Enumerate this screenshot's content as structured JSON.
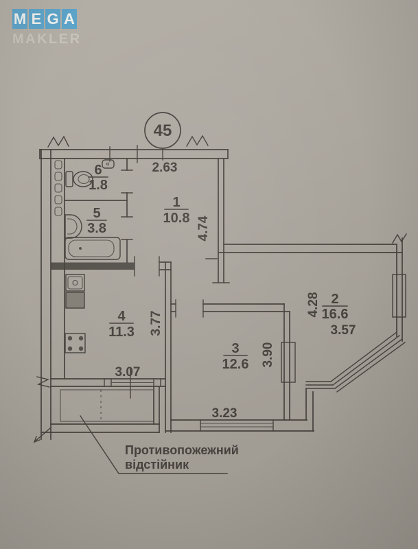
{
  "watermark": {
    "line1": "MEGA",
    "line2": "MAKLER",
    "tile_color": "#5da4c9",
    "letter_color": "#edf0ee",
    "subtitle_color": "#c7c3bb"
  },
  "plan": {
    "apartment_number": "45",
    "ink_color": "#3e3a35",
    "paper_color": "#a8a39b",
    "rooms": [
      {
        "number": "1",
        "area": "10.8"
      },
      {
        "number": "2",
        "area": "16.6"
      },
      {
        "number": "3",
        "area": "12.6"
      },
      {
        "number": "4",
        "area": "11.3"
      },
      {
        "number": "5",
        "area": "3.8"
      },
      {
        "number": "6",
        "area": "1.8"
      }
    ],
    "dimensions": {
      "room1_width": "2.63",
      "room1_height": "4.74",
      "room2_height": "4.28",
      "room2_width": "3.57",
      "room4_height": "3.77",
      "room3_height": "3.90",
      "room4_width": "3.07",
      "room3_width": "3.23"
    },
    "annotation": {
      "line1": "Противопожежний",
      "line2": "відстійник"
    }
  }
}
